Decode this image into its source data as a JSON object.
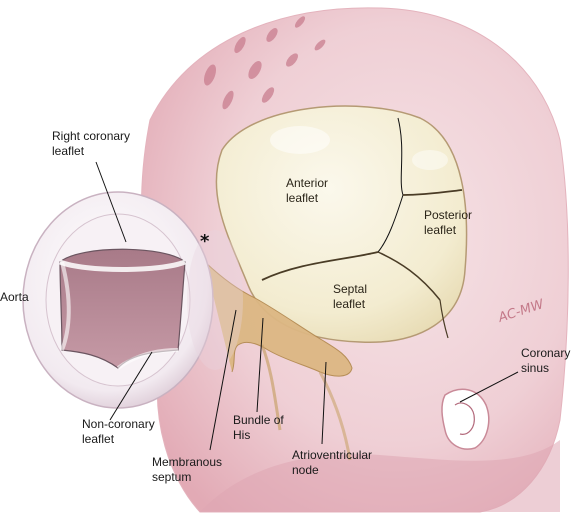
{
  "labels": {
    "right_coronary_leaflet": [
      "Right coronary",
      "leaflet"
    ],
    "aorta": "Aorta",
    "non_coronary_leaflet": [
      "Non-coronary",
      "leaflet"
    ],
    "membranous_septum": [
      "Membranous",
      "septum"
    ],
    "bundle_of_his": [
      "Bundle of",
      "His"
    ],
    "atrioventricular_node": [
      "Atrioventricular",
      "node"
    ],
    "coronary_sinus": [
      "Coronary",
      "sinus"
    ],
    "anterior_leaflet": [
      "Anterior",
      "leaflet"
    ],
    "posterior_leaflet": [
      "Posterior",
      "leaflet"
    ],
    "septal_leaflet": [
      "Septal",
      "leaflet"
    ],
    "asterisk": "*"
  },
  "signature": "AC-MW",
  "colors": {
    "tissue": "#f1d3d8",
    "tissue_dark": "#d99aa6",
    "leaflet": "#f7f2dc",
    "leaflet_edge": "#5a4a2e",
    "conduction": "#d8b27a",
    "aortic_wall": "#f0e8ee",
    "aortic_lumen": "#b88a96"
  }
}
